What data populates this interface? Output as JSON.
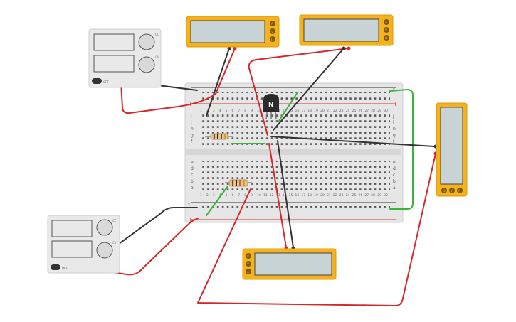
{
  "breadboard": {
    "row_letters_top": [
      "j",
      "i",
      "h",
      "g",
      "f"
    ],
    "row_letters_bottom": [
      "e",
      "d",
      "c",
      "b",
      "a"
    ],
    "columns": [
      "1",
      "2",
      "3",
      "4",
      "5",
      "6",
      "7",
      "8",
      "9",
      "10",
      "11",
      "12",
      "13",
      "14",
      "15",
      "16",
      "17",
      "18",
      "19",
      "20",
      "21",
      "22",
      "23",
      "24",
      "25",
      "26",
      "27",
      "28",
      "29",
      "30"
    ],
    "rail_plus": "+",
    "rail_minus": "-"
  },
  "transistor": {
    "label": "N"
  },
  "power_supply_top": {
    "off_label": "OFF",
    "knob1_label": "CC",
    "knob2_label": "CV"
  },
  "power_supply_bottom": {
    "off_label": "OFF",
    "knob1_label": "CC",
    "knob2_label": "CV"
  },
  "multimeter_top_left": {
    "buttons": [
      "A",
      "V",
      "Ω"
    ]
  },
  "multimeter_top_right": {
    "buttons": [
      "A",
      "V",
      "Ω"
    ]
  },
  "multimeter_bottom": {
    "buttons": [
      "Ω",
      "V",
      "A"
    ]
  },
  "multimeter_right": {
    "buttons": [
      "Ω",
      "V",
      "A"
    ]
  },
  "colors": {
    "meter_yellow": "#f5b21b",
    "meter_screen": "#c8d3d6",
    "wire_red": "#d62828",
    "wire_black": "#333333",
    "wire_green": "#3bb43b",
    "board": "#e4e4e4",
    "supply_body": "#e9e9e9"
  }
}
